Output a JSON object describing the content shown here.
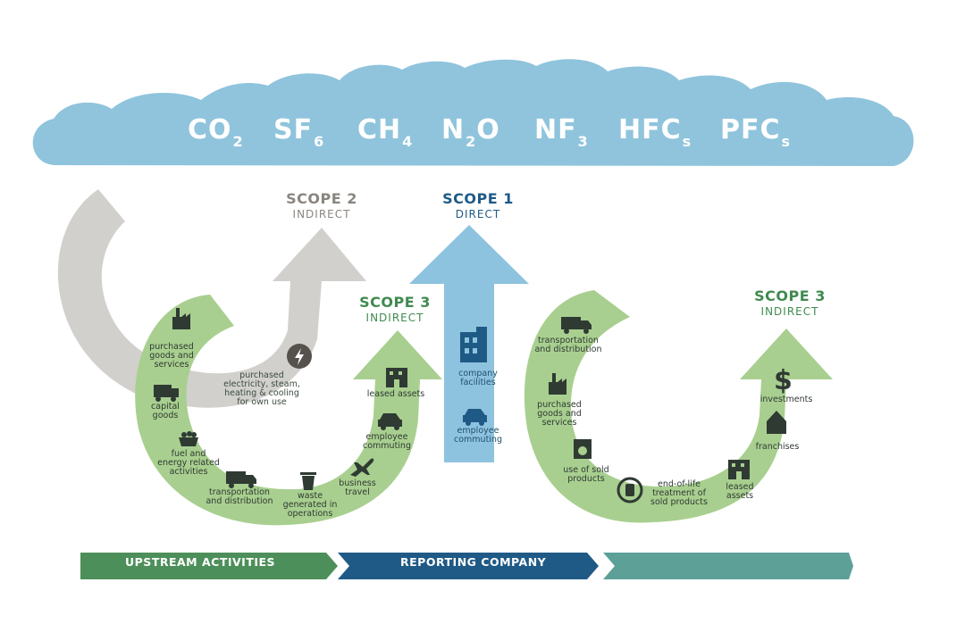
{
  "gases": [
    {
      "base": "CO",
      "sub": "2"
    },
    {
      "base": "SF",
      "sub": "6"
    },
    {
      "base": "CH",
      "sub": "4"
    },
    {
      "base": "N",
      "sub": "2",
      "tail": "O"
    },
    {
      "base": "NF",
      "sub": "3"
    },
    {
      "base": "HFC",
      "sub": "s"
    },
    {
      "base": "PFC",
      "sub": "s"
    }
  ],
  "scope2": {
    "title": "SCOPE 2",
    "subtitle": "INDIRECT",
    "color": "#8a8580"
  },
  "scope1": {
    "title": "SCOPE 1",
    "subtitle": "DIRECT",
    "color": "#1f5a86"
  },
  "scope3_up": {
    "title": "SCOPE 3",
    "subtitle": "INDIRECT",
    "color": "#3f8a4f"
  },
  "scope3_down": {
    "title": "SCOPE 3",
    "subtitle": "INDIRECT",
    "color": "#3f8a4f"
  },
  "scope2_item": "purchased electricity, steam, heating & cooling for own use",
  "scope1_items": [
    "company facilities",
    "employee commuting"
  ],
  "upstream_items": [
    "purchased goods and services",
    "capital goods",
    "fuel and energy related activities",
    "transportation and distribution",
    "waste generated in operations",
    "business travel",
    "employee commuting",
    "leased assets"
  ],
  "downstream_items": [
    "transportation and distribution",
    "purchased goods and services",
    "use of sold products",
    "end-of-life treatment of sold products",
    "leased assets",
    "franchises",
    "investments"
  ],
  "bars": {
    "upstream": "UPSTREAM ACTIVITIES",
    "reporting": "REPORTING COMPANY"
  },
  "colors": {
    "cloud": "#8fc4dc",
    "green": "#a8cf8f",
    "gray": "#cfcdc9",
    "blue_arrow": "#8ec3df",
    "bar_green": "#4d8f5a",
    "bar_blue": "#1f5a86",
    "bar_teal": "#3f8f86"
  },
  "icons": [
    "factory-icon",
    "truck-icon",
    "coal-cart-icon",
    "delivery-truck-icon",
    "trash-icon",
    "airplane-icon",
    "car-icon",
    "building-icon",
    "lightning-icon",
    "washing-machine-icon",
    "recycle-icon",
    "house-icon",
    "dollar-icon"
  ]
}
